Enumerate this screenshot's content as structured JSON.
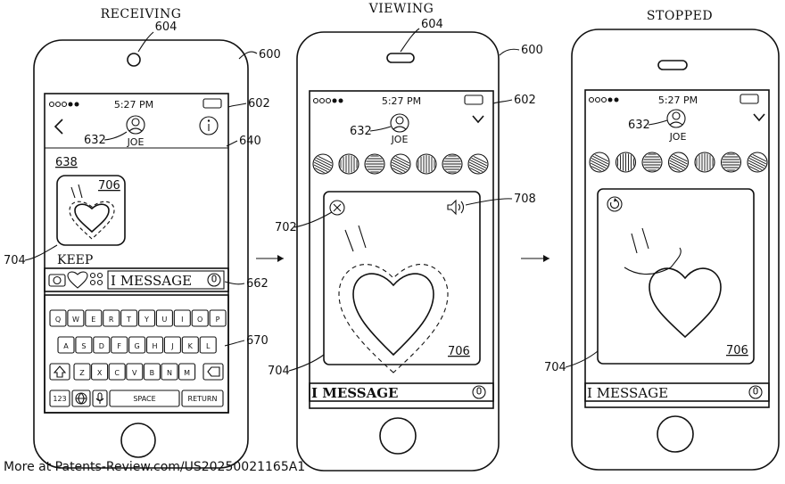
{
  "phones": [
    {
      "title": "RECEIVING",
      "time": "5:27 PM",
      "contact": "JOE",
      "refs": {
        "phone": "600",
        "speaker": "604",
        "screen": "602",
        "avatar": "632",
        "header": "640",
        "thread": "638",
        "bubble": "706",
        "element": "704",
        "compose": "662",
        "keyboard": "670"
      },
      "bubble_label": "KEEP",
      "compose_text": "I MESSAGE",
      "keyboard": {
        "row1": [
          "Q",
          "W",
          "E",
          "R",
          "T",
          "Y",
          "U",
          "I",
          "O",
          "P"
        ],
        "row2": [
          "A",
          "S",
          "D",
          "F",
          "G",
          "H",
          "J",
          "K",
          "L"
        ],
        "row3": [
          "Z",
          "X",
          "C",
          "V",
          "B",
          "N",
          "M"
        ],
        "num_key": "123",
        "space": "SPACE",
        "return": "RETURN"
      }
    },
    {
      "title": "VIEWING",
      "time": "5:27 PM",
      "contact": "JOE",
      "refs": {
        "phone": "600",
        "speaker": "604",
        "screen": "602",
        "avatar": "632",
        "close": "702",
        "volume": "708",
        "element": "704",
        "bubble": "706"
      },
      "compose_text": "I MESSAGE"
    },
    {
      "title": "STOPPED",
      "time": "5:27 PM",
      "contact": "JOE",
      "refs": {
        "avatar": "632",
        "element": "704",
        "bubble": "706"
      },
      "compose_text": "I MESSAGE"
    }
  ],
  "footer": "More at Patents-Review.com/US20250021165A1",
  "icons": [
    "back-chevron-icon",
    "info-icon",
    "camera-icon",
    "heart-icon",
    "apps-icon",
    "mic-icon",
    "close-icon",
    "volume-icon",
    "replay-icon",
    "chevron-down-icon",
    "globe-icon",
    "shift-icon",
    "delete-icon"
  ]
}
